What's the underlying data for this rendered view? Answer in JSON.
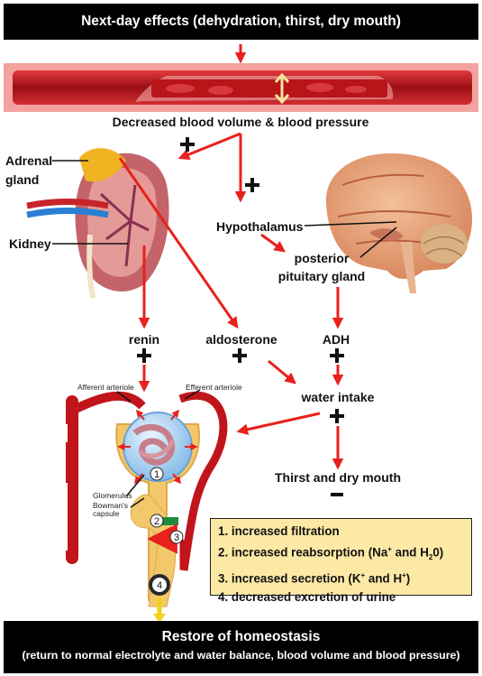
{
  "top_banner": "Next-day effects (dehydration, thirst, dry mouth)",
  "decreased_volume": "Decreased blood volume & blood pressure",
  "adrenal_gland": "Adrenal\ngland",
  "kidney": "Kidney",
  "hypothalamus": "Hypothalamus",
  "posterior_pituitary": "posterior\npituitary gland",
  "renin": "renin",
  "aldosterone": "aldosterone",
  "adh": "ADH",
  "water_intake": "water intake",
  "thirst": "Thirst and dry mouth",
  "nephron": {
    "afferent": "Afferent arteriole",
    "efferent": "Efferent arteriole",
    "glomerulus": "Glomerulus",
    "bowmans": "Bowman's\ncapsule",
    "markers": [
      "1",
      "2",
      "3",
      "4"
    ]
  },
  "effects": {
    "e1": "1. increased filtration",
    "e2_a": "2. increased reabsorption (Na",
    "e2_sup": "+",
    "e2_b": " and H",
    "e2_sub": "2",
    "e2_c": "0)",
    "e3_a": "3. increased secretion (K",
    "e3_sup1": "+",
    "e3_b": " and H",
    "e3_sup2": "+",
    "e3_c": ")",
    "e4": "4. decreased excretion of urine"
  },
  "bottom_title": "Restore of homeostasis",
  "bottom_sub": "(return to normal electrolyte and water balance, blood volume and blood pressure)",
  "colors": {
    "arrow": "#e8211d",
    "box": "#fde9a6",
    "vessel": "#c0151b",
    "tubule": "#f3c86a"
  }
}
